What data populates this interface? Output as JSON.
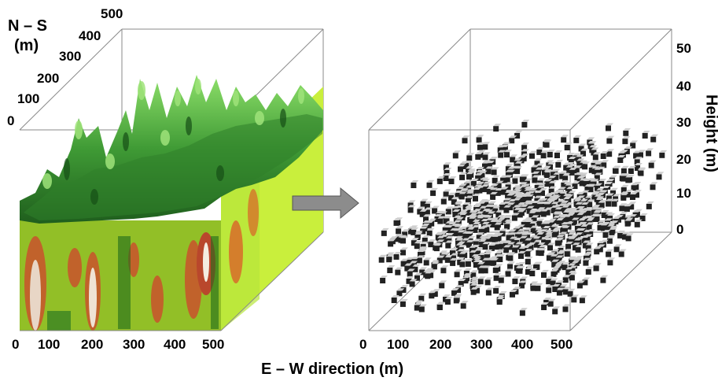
{
  "left_panel": {
    "axis_title_ns": "N – S",
    "axis_title_ns_unit": "(m)",
    "ns_ticks": [
      "500",
      "400",
      "300",
      "200",
      "100",
      "0"
    ],
    "ew_ticks": [
      "0",
      "100",
      "200",
      "300",
      "400",
      "500"
    ],
    "colors": {
      "canopy_light": "#7fd35c",
      "canopy_dark": "#1f6a1f",
      "section_base": "#8fbf25",
      "section_side": "#c6ef3a",
      "hotspot": "#c0562a"
    }
  },
  "right_panel": {
    "axis_title_height": "Height (m)",
    "height_ticks": [
      "50",
      "40",
      "30",
      "20",
      "10",
      "0"
    ],
    "ew_ticks": [
      "0",
      "100",
      "200",
      "300",
      "400",
      "500"
    ],
    "colors": {
      "voxel_top": "#cfcfcf",
      "voxel_side": "#222222"
    }
  },
  "arrow": {
    "color": "#808080"
  },
  "x_axis_title": "E – W direction (m)"
}
